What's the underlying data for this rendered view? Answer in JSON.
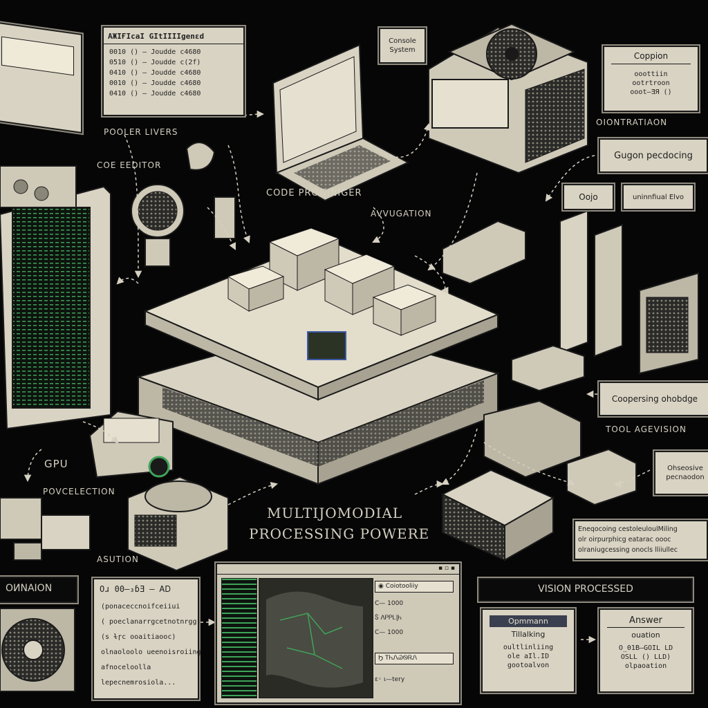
{
  "labels": {
    "top_left_panel_title": "AЖΙҒΙcaΙ GΙtΙΙΙΙgenԑd",
    "poller_layers": "POOLER LIVERS",
    "code_editor": "COE EEDITOR",
    "code_programmer": "CODE PROGINIGER",
    "avugation": "AVVUGATION",
    "console_system": "Console\nSystem",
    "coppion": "Coppion",
    "orientation": "OIONTRATIAON",
    "gpu_preprocessing": "Gugon  pecdocing",
    "ojo": "Oojo",
    "unification_blo": "uninnfiual Elvo",
    "converging_ghobdge": "Coopersing ohobdge",
    "tool_agevision": "TOOL AGEVISION",
    "gpu": "GPU",
    "povcelection": "POVCELECTION",
    "asution": "ASUTION",
    "main_title_line1": "MULTIJOMODIAL",
    "main_title_line2": "PROCESSING POWERE",
    "omnaion": "OИNAION",
    "vision_processed": "VISION PROCESSED",
    "ohseosive": "Ohseosive\npecnaodon",
    "reasoning_text": "Eneqocoing cestoleuloulMiling\nolr oirpurphicg eatarac oooc\nolraniugcessing onocls lliiullec",
    "code_list_title": "Oɹ 00–₃ɓƎ – ᎪᎠ",
    "optimization": "Opmmann",
    "thinking": "Tillalking",
    "answer": "Answer",
    "answer_value": "ouation"
  },
  "top_left_panel": {
    "rows": [
      "0010 () – Joudde c4680",
      "0510 () – Joudde c(2f)",
      "0410 () – Joudde c4680",
      "0010 () – Joudde c4680",
      "0410 () – Joudde c4680"
    ]
  },
  "coppion_panel": {
    "rows": [
      "ooottiin",
      "ootrtroon",
      "ooot—ƎЯ ()"
    ]
  },
  "code_list": {
    "rows": [
      "(ponaceccnoifceiiui",
      "( poeclanarrgcetnotnrgg",
      "(s ɫɼc ooaitiaooc)",
      "olnaoloolo ueenoisroiing",
      "afnoceloolla",
      "lepecnemrosiola..."
    ]
  },
  "screen_sidebar": {
    "rows": [
      "◉ Coiotooliiy",
      "C— 1000",
      "Ⴝ ɅᏢᏢᏞɭᏂ",
      "C— 1000",
      "Ϧ TᏂᏁᏊᏫᏒᏁ",
      "ɛ◦ ɩ—tery"
    ]
  },
  "optimization_panel": {
    "rows": [
      "oultlinliing",
      "ole aIl.ID",
      "gootoalvon"
    ]
  },
  "answer_panel": {
    "rows": [
      "O_01B—GOIL LD",
      "OSLL () LLD)",
      "olpaoation"
    ]
  },
  "colors": {
    "background": "#060606",
    "panel": "#d9d3c3",
    "ink": "#1d1d1d",
    "screen_green": "#3fa45a",
    "accent_blue": "#3b5aa5",
    "dark_button": "#3a3f4f"
  },
  "icons": [
    "fan-icon",
    "gpu-card-icon",
    "laptop-icon",
    "server-rack-icon",
    "arrow-icon",
    "chip-icon",
    "heatsink-icon"
  ]
}
